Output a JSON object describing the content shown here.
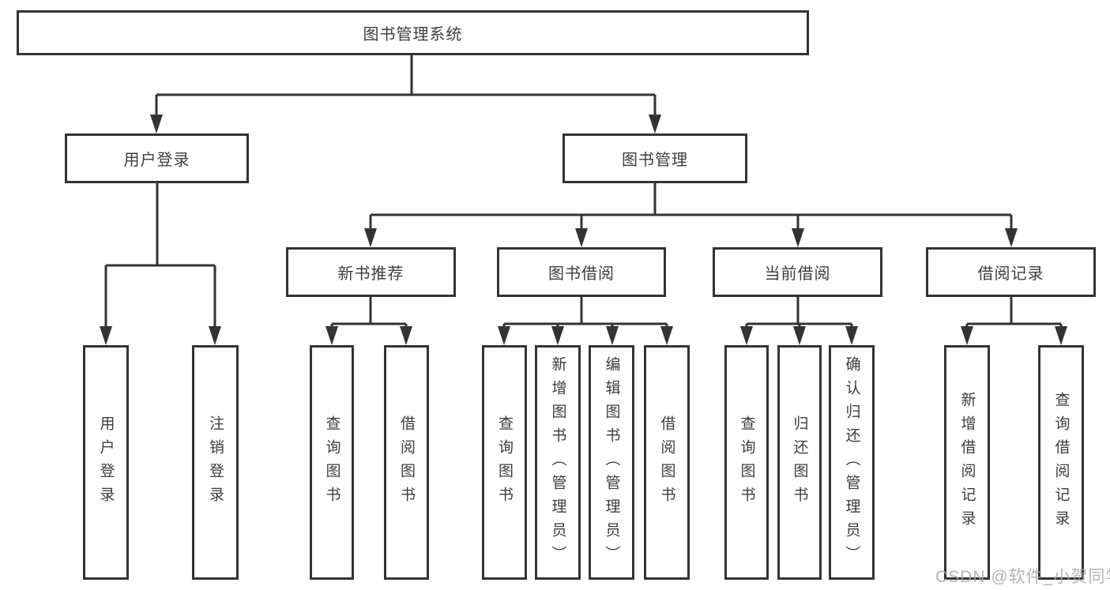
{
  "diagram_title": "图书管理系统",
  "colors": {
    "line": "#333333",
    "text": "#3d3d3d",
    "background": "#ffffff",
    "watermark": "#a6a6a6"
  },
  "nodes": {
    "root": {
      "label": "图书管理系统"
    },
    "user_login": {
      "label": "用户登录"
    },
    "book_mgmt": {
      "label": "图书管理"
    },
    "new_book_rec": {
      "label": "新书推荐"
    },
    "book_borrow": {
      "label": "图书借阅"
    },
    "current_borrow": {
      "label": "当前借阅"
    },
    "borrow_records": {
      "label": "借阅记录"
    },
    "leaf_user_login": {
      "label": "用户登录"
    },
    "leaf_logout": {
      "label": "注销登录"
    },
    "leaf_nbr_query_book": {
      "label": "查询图书"
    },
    "leaf_nbr_borrow_book": {
      "label": "借阅图书"
    },
    "leaf_bb_query_book": {
      "label": "查询图书"
    },
    "leaf_bb_add_book": {
      "label": "新增图书（管理员）"
    },
    "leaf_bb_edit_book": {
      "label": "编辑图书（管理员）"
    },
    "leaf_bb_borrow_book": {
      "label": "借阅图书"
    },
    "leaf_cb_query_book": {
      "label": "查询图书"
    },
    "leaf_cb_return_book": {
      "label": "归还图书"
    },
    "leaf_cb_confirm_return": {
      "label": "确认归还（管理员）"
    },
    "leaf_br_add_record": {
      "label": "新增借阅记录"
    },
    "leaf_br_query_record": {
      "label": "查询借阅记录"
    }
  },
  "edges": [
    [
      "root",
      "user_login"
    ],
    [
      "root",
      "book_mgmt"
    ],
    [
      "user_login",
      "leaf_user_login"
    ],
    [
      "user_login",
      "leaf_logout"
    ],
    [
      "book_mgmt",
      "new_book_rec"
    ],
    [
      "book_mgmt",
      "book_borrow"
    ],
    [
      "book_mgmt",
      "current_borrow"
    ],
    [
      "book_mgmt",
      "borrow_records"
    ],
    [
      "new_book_rec",
      "leaf_nbr_query_book"
    ],
    [
      "new_book_rec",
      "leaf_nbr_borrow_book"
    ],
    [
      "book_borrow",
      "leaf_bb_query_book"
    ],
    [
      "book_borrow",
      "leaf_bb_add_book"
    ],
    [
      "book_borrow",
      "leaf_bb_edit_book"
    ],
    [
      "book_borrow",
      "leaf_bb_borrow_book"
    ],
    [
      "current_borrow",
      "leaf_cb_query_book"
    ],
    [
      "current_borrow",
      "leaf_cb_return_book"
    ],
    [
      "current_borrow",
      "leaf_cb_confirm_return"
    ],
    [
      "borrow_records",
      "leaf_br_add_record"
    ],
    [
      "borrow_records",
      "leaf_br_query_record"
    ]
  ],
  "watermark": {
    "text": "CSDN @软件_小贺同学"
  }
}
